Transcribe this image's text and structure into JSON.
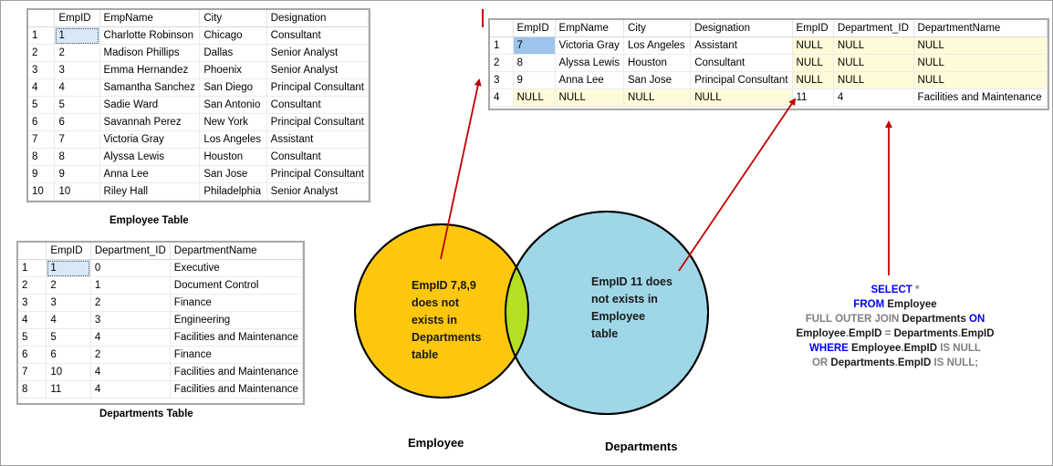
{
  "employee_table": {
    "caption": "Employee Table",
    "columns": [
      "",
      "EmpID",
      "EmpName",
      "City",
      "Designation"
    ],
    "rows": [
      [
        "1",
        "1",
        "Charlotte Robinson",
        "Chicago",
        "Consultant"
      ],
      [
        "2",
        "2",
        "Madison Phillips",
        "Dallas",
        "Senior Analyst"
      ],
      [
        "3",
        "3",
        "Emma Hernandez",
        "Phoenix",
        "Senior Analyst"
      ],
      [
        "4",
        "4",
        "Samantha Sanchez",
        "San Diego",
        "Principal Consultant"
      ],
      [
        "5",
        "5",
        "Sadie Ward",
        "San Antonio",
        "Consultant"
      ],
      [
        "6",
        "6",
        "Savannah Perez",
        "New York",
        "Principal Consultant"
      ],
      [
        "7",
        "7",
        "Victoria Gray",
        "Los Angeles",
        "Assistant"
      ],
      [
        "8",
        "8",
        "Alyssa Lewis",
        "Houston",
        "Consultant"
      ],
      [
        "9",
        "9",
        "Anna Lee",
        "San Jose",
        "Principal Consultant"
      ],
      [
        "10",
        "10",
        "Riley Hall",
        "Philadelphia",
        "Senior Analyst"
      ]
    ]
  },
  "departments_table": {
    "caption": "Departments Table",
    "columns": [
      "",
      "EmpID",
      "Department_ID",
      "DepartmentName"
    ],
    "rows": [
      [
        "1",
        "1",
        "0",
        "Executive"
      ],
      [
        "2",
        "2",
        "1",
        "Document Control"
      ],
      [
        "3",
        "3",
        "2",
        "Finance"
      ],
      [
        "4",
        "4",
        "3",
        "Engineering"
      ],
      [
        "5",
        "5",
        "4",
        "Facilities and Maintenance"
      ],
      [
        "6",
        "6",
        "2",
        "Finance"
      ],
      [
        "7",
        "10",
        "4",
        "Facilities and Maintenance"
      ],
      [
        "8",
        "11",
        "4",
        "Facilities and Maintenance"
      ]
    ]
  },
  "result_table": {
    "columns": [
      "",
      "EmpID",
      "EmpName",
      "City",
      "Designation",
      "EmpID",
      "Department_ID",
      "DepartmentName"
    ],
    "rows": [
      [
        "1",
        "7",
        "Victoria Gray",
        "Los Angeles",
        "Assistant",
        "NULL",
        "NULL",
        "NULL"
      ],
      [
        "2",
        "8",
        "Alyssa Lewis",
        "Houston",
        "Consultant",
        "NULL",
        "NULL",
        "NULL"
      ],
      [
        "3",
        "9",
        "Anna Lee",
        "San Jose",
        "Principal Consultant",
        "NULL",
        "NULL",
        "NULL"
      ],
      [
        "4",
        "NULL",
        "NULL",
        "NULL",
        "NULL",
        "11",
        "4",
        "Facilities and Maintenance"
      ]
    ]
  },
  "venn": {
    "left_text": [
      "EmpID 7,8,9",
      "does not",
      "exists in",
      "Departments",
      "table"
    ],
    "right_text": [
      "EmpID 11 does",
      "not exists in",
      "Employee",
      "table"
    ],
    "left_label": "Employee",
    "right_label": "Departments",
    "colors": {
      "left": "#fcc70e",
      "right": "#9fd7e8",
      "overlap": "#b4e022",
      "arrow": "#c00000"
    }
  },
  "sql": {
    "line1": [
      "SELECT",
      " *"
    ],
    "line2": [
      "FROM",
      " Employee"
    ],
    "line3": [
      "FULL",
      " OUTER JOIN",
      " Departments ",
      "ON"
    ],
    "line4": [
      "Employee",
      ".",
      "EmpID",
      " = ",
      "Departments",
      ".",
      "EmpID"
    ],
    "line5": [
      "WHERE",
      " Employee",
      ".",
      "EmpID",
      " IS NULL"
    ],
    "line6": [
      "OR",
      " Departments",
      ".",
      "EmpID",
      " IS NULL;"
    ]
  }
}
